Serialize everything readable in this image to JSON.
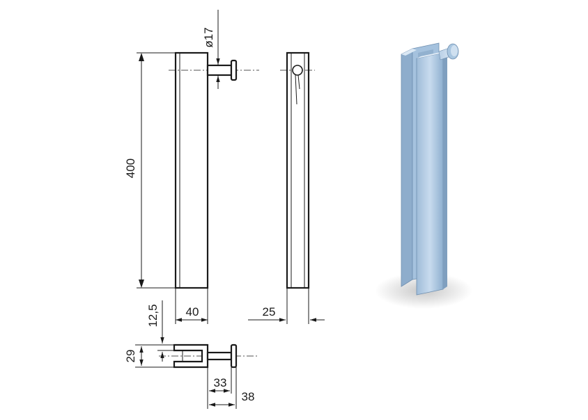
{
  "dimensions": {
    "diameter": "ø17",
    "height": "400",
    "width": "40",
    "depth": "25",
    "offset": "12,5",
    "slot": "29",
    "pin_inner": "33",
    "pin_outer": "38"
  },
  "colors": {
    "line": "#1a1a1a",
    "steel_light": "#d6e6f3",
    "steel_mid": "#a9c6e0",
    "steel_dark": "#7f9fbf"
  }
}
